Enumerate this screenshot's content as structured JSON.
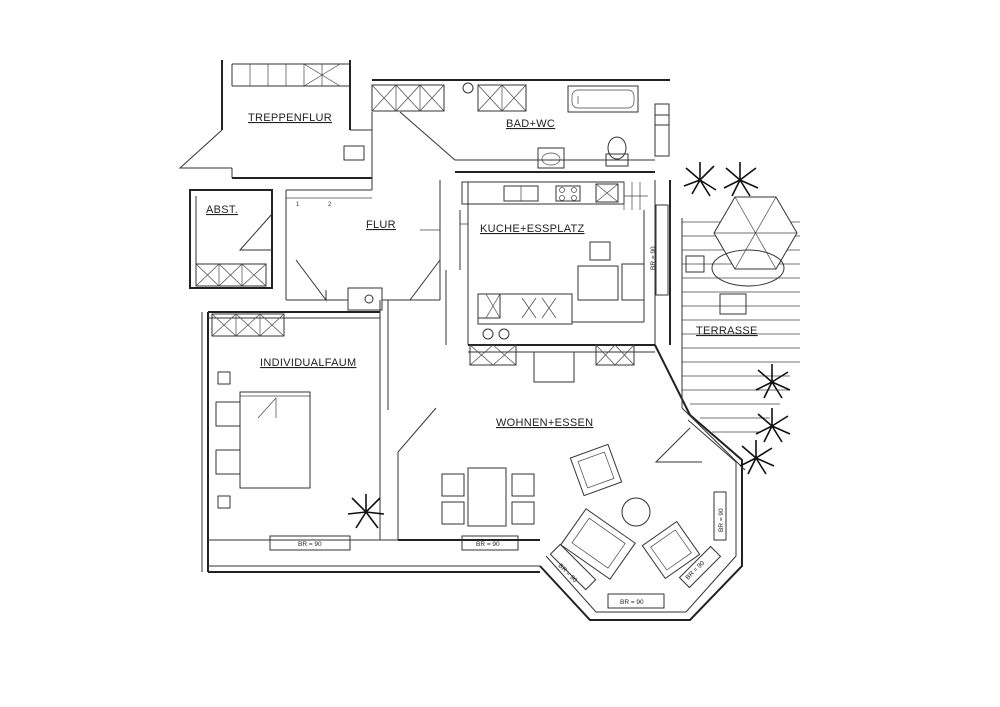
{
  "rooms": {
    "treppenflur": "TREPPENFLUR",
    "bad_wc": "BAD+WC",
    "abst": "ABST.",
    "flur": "FLUR",
    "kueche": "KUCHE+ESSPLATZ",
    "individualraum": "INDIVIDUALFAUM",
    "wohnen": "WOHNEN+ESSEN",
    "terrasse": "TERRASSE"
  },
  "window_labels": {
    "kitchen": "BR = 90",
    "individual": "BR = 90",
    "wohnen_left": "BR = 90",
    "bay_left": "BR = 90",
    "bay_bottom": "BR = 90",
    "bay_right": "BR = 90",
    "east": "BR = 90"
  },
  "stair_steps": {
    "one": "1",
    "two": "2"
  }
}
